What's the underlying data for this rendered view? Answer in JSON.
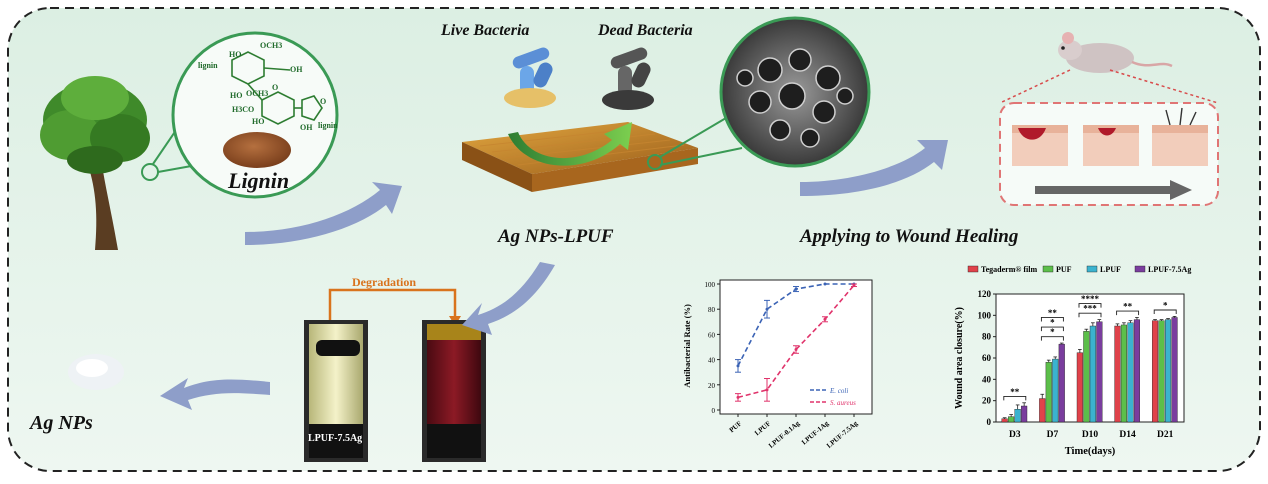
{
  "labels": {
    "lignin": "Lignin",
    "live_bacteria": "Live Bacteria",
    "dead_bacteria": "Dead Bacteria",
    "ag_nps_lpuf": "Ag NPs-LPUF",
    "applying": "Applying to Wound Healing",
    "degradation": "Degradation",
    "vial_label": "LPUF-7.5Ag",
    "ag_nps": "Ag NPs"
  },
  "structure_labels": {
    "och3_top": "OCH3",
    "ho_1": "HO",
    "oh_1": "OH",
    "lignin_left": "lignin",
    "o": "O",
    "och3_mid": "OCH3",
    "ho_2": "HO",
    "h3co": "H3CO",
    "ho_3": "HO",
    "o_2": "O",
    "oh_2": "OH",
    "lignin_right": "lignin"
  },
  "colors": {
    "bg_green": "#d5e9dd",
    "arrow_blue": "#8e9ec9",
    "circle_green": "#3a9a55",
    "wound_dash": "#e07575",
    "degradation_orange": "#d9731d",
    "e_coli": "#3b63b5",
    "s_aureus": "#e0336b"
  },
  "chart_data": [
    {
      "type": "line",
      "title": "",
      "xlabel": "",
      "ylabel": "Antibacterial Rate (%)",
      "ylim": [
        0,
        100
      ],
      "yticks": [
        0,
        20,
        40,
        60,
        80,
        100
      ],
      "categories": [
        "PUF",
        "LPUF",
        "LPUF-0.1Ag",
        "LPUF-1Ag",
        "LPUF-7.5Ag"
      ],
      "series": [
        {
          "name": "E. coli",
          "values": [
            35,
            80,
            96,
            100,
            100
          ],
          "errors": [
            5,
            7,
            2,
            0,
            0
          ],
          "color": "#3b63b5"
        },
        {
          "name": "S. aureus",
          "values": [
            10,
            16,
            48,
            72,
            99
          ],
          "errors": [
            3,
            9,
            3,
            2,
            1
          ],
          "color": "#e0336b"
        }
      ]
    },
    {
      "type": "bar",
      "title": "",
      "xlabel": "Time(days)",
      "ylabel": "Wound area closure(%)",
      "ylim": [
        0,
        120
      ],
      "yticks": [
        0,
        20,
        40,
        60,
        80,
        100,
        120
      ],
      "categories": [
        "D3",
        "D7",
        "D10",
        "D14",
        "D21"
      ],
      "series": [
        {
          "name": "Tegaderm® film",
          "values": [
            3,
            22,
            65,
            90,
            95
          ],
          "errors": [
            1,
            4,
            3,
            2,
            1
          ],
          "color": "#e0424a"
        },
        {
          "name": "PUF",
          "values": [
            5,
            56,
            85,
            91,
            95
          ],
          "errors": [
            2,
            2,
            2,
            2,
            1
          ],
          "color": "#5cbf4a"
        },
        {
          "name": "LPUF",
          "values": [
            12,
            59,
            90,
            93,
            96
          ],
          "errors": [
            4,
            2,
            3,
            2,
            1
          ],
          "color": "#3bb3cf"
        },
        {
          "name": "LPUF-7.5Ag",
          "values": [
            15,
            73,
            94,
            96,
            98
          ],
          "errors": [
            3,
            1,
            2,
            2,
            1
          ],
          "color": "#7a3d9e"
        }
      ],
      "significance": [
        {
          "label": "**",
          "category": "D3"
        },
        {
          "label": "*",
          "category": "D7"
        },
        {
          "label": "*",
          "category": "D7"
        },
        {
          "label": "**",
          "category": "D7"
        },
        {
          "label": "***",
          "category": "D10"
        },
        {
          "label": "****",
          "category": "D10"
        },
        {
          "label": "**",
          "category": "D14"
        },
        {
          "label": "*",
          "category": "D21"
        }
      ]
    }
  ]
}
